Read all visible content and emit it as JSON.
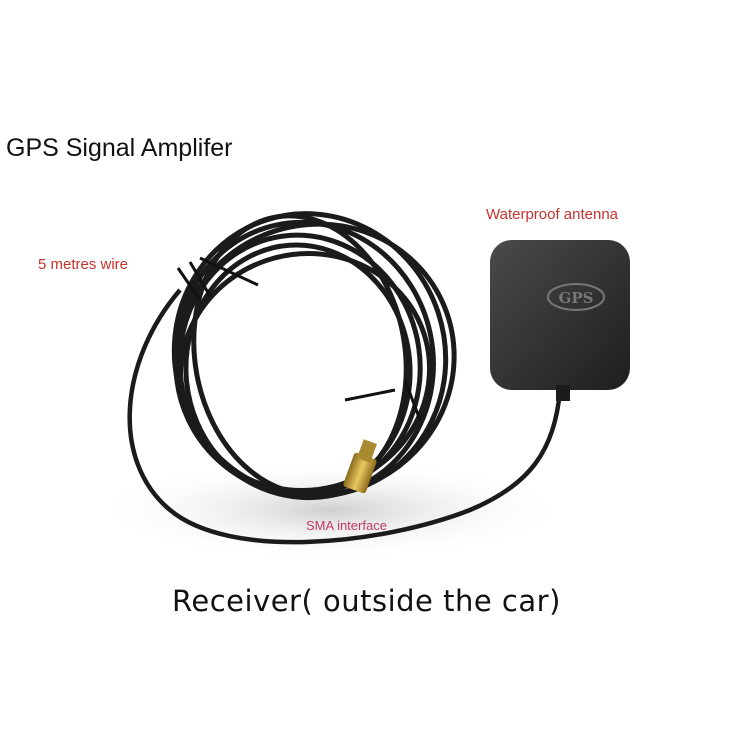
{
  "title": "GPS Signal Amplifer",
  "labels": {
    "wire": "5 metres wire",
    "antenna": "Waterproof antenna",
    "connector": "SMA interface"
  },
  "caption": "Receiver( outside the car)",
  "antenna_logo": "GPS",
  "colors": {
    "label_red": "#c8322e",
    "cable": "#1b1b1b",
    "antenna_body": "#2a2a2a",
    "connector_gold": "#c9a23a"
  }
}
